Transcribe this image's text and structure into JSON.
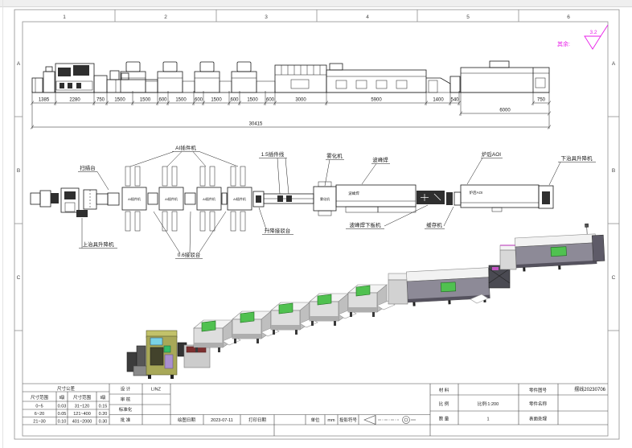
{
  "zones": {
    "columns": [
      "1",
      "2",
      "3",
      "4",
      "5",
      "6"
    ],
    "rows": [
      "A",
      "B",
      "C"
    ]
  },
  "finish_note": {
    "label": "其余:",
    "value": "3.2"
  },
  "elevation_dims": {
    "row1": [
      "1385",
      "2280",
      "750",
      "1500",
      "1500",
      "600",
      "1500",
      "600",
      "1500",
      "600",
      "1500",
      "600",
      "3000",
      "5900",
      "1400",
      "540"
    ],
    "right_end": "750",
    "sub_total": "6000",
    "total": "30415"
  },
  "plan": {
    "labels": {
      "scan_table": "扫描台",
      "ai_inserter": "AI插件机",
      "insert_line": "1.5插件线",
      "atomizer": "雾化机",
      "wave_solder": "波峰焊",
      "post_aoi": "炉后AOI",
      "lower_jig_lift": "下治具升降机",
      "upper_jig_lift": "上治具升降机",
      "docking_06": "0.6接驳台",
      "lift_docking": "升降接驳台",
      "wave_unloader": "波峰焊下板机",
      "buffer": "缓存机"
    },
    "machine_texts": {
      "ai": "AI插件机",
      "atomizer": "雾化机",
      "wave": "波峰焊",
      "aoi": "炉后AOI"
    }
  },
  "tolerance_table": {
    "title": "尺寸公差",
    "headers": [
      "尺寸范围",
      "I级",
      "尺寸范围",
      "I级"
    ],
    "rows": [
      [
        "0~5",
        "0.03",
        "31~120",
        "0.15"
      ],
      [
        "6~20",
        "0.05",
        "121~400",
        "0.20"
      ],
      [
        "21~30",
        "0.10",
        "401~2000",
        "0.30"
      ]
    ]
  },
  "title_block": {
    "design_label": "设 计",
    "design_value": "LINZ",
    "check_label": "审 核",
    "standardize_label": "标准化",
    "approve_label": "批 准",
    "draw_date_label": "绘图日期",
    "draw_date_value": "2023-07-11",
    "print_date_label": "打印日期",
    "unit_label": "单位",
    "unit_value": "mm",
    "projection_label": "投影符号",
    "material_label": "材 料",
    "scale_label": "比 例",
    "scale_value": "比例:1:200",
    "qty_label": "数 量",
    "qty_value": "1",
    "part_no_label": "零件图号",
    "part_no_value": "摆线20230706",
    "part_name_label": "零件名称",
    "surface_label": "表面处理"
  }
}
